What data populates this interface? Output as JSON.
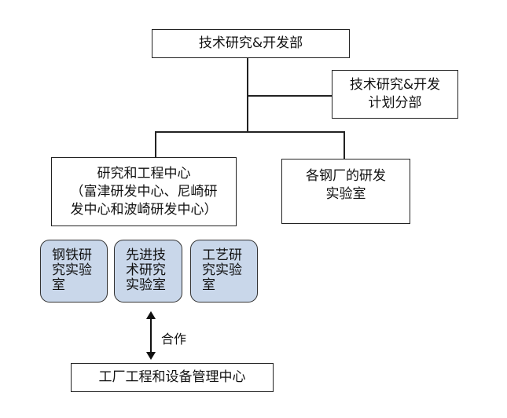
{
  "title": "技术研究&开发部 组织结构图",
  "nodes": {
    "top": "技术研究&开发部",
    "planning": [
      "技术研究&开发",
      "计划分部"
    ],
    "research_center": [
      "研究和工程中心",
      "（富津研发中心、尼崎研",
      "发中心和波崎研发中心）"
    ],
    "mill_labs": [
      "各钢厂的研发",
      "实验室"
    ],
    "labs": [
      [
        "钢铁研",
        "究实验",
        "室"
      ],
      [
        "先进技",
        "术研究",
        "实验室"
      ],
      [
        "工艺研",
        "究实验",
        "室"
      ]
    ],
    "plant_center": "工厂工程和设备管理中心"
  },
  "edges": {
    "cooperation_label": "合作"
  },
  "colors": {
    "lab_fill": "#c9d7ea",
    "line": "#222222"
  }
}
